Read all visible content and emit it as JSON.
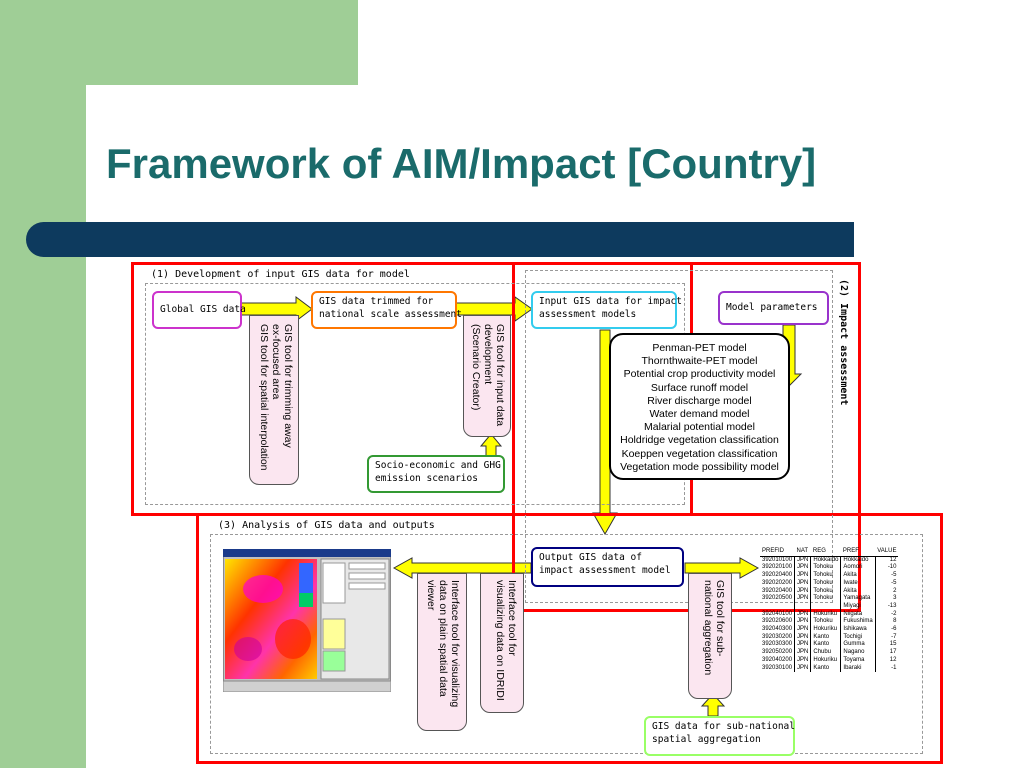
{
  "slide": {
    "title": "Framework of AIM/Impact [Country]",
    "colors": {
      "title": "#1a6b6b",
      "bar": "#0d3a5e",
      "accent_green": "#9fce96",
      "frame": "#ff0000"
    }
  },
  "sections": {
    "s1": "(1) Development of input GIS data for model",
    "s2": "(2) Impact assessment",
    "s3": "(3) Analysis of GIS data and outputs"
  },
  "boxes": {
    "global_gis": "Global GIS data",
    "trimmed_1": "GIS data trimmed for",
    "trimmed_2": "national scale assessment",
    "input_1": "Input GIS data for impact",
    "input_2": "assessment models",
    "model_params": "Model parameters",
    "socio_1": "Socio-economic and GHG",
    "socio_2": "emission scenarios",
    "output_1": "Output GIS data of",
    "output_2": "impact assessment model",
    "subnat_1": "GIS data for sub-national",
    "subnat_2": "spatial aggregation"
  },
  "tools": {
    "trimming_1": "GIS tool for trimming away",
    "trimming_2": "ex-focused area",
    "trimming_3": "GIS tool for spatial interpolation",
    "input_dev_1": "GIS tool for input data",
    "input_dev_2": "development",
    "input_dev_3": "(Scenario Creator)",
    "interface_plain_1": "Interface tool for visualizing",
    "interface_plain_2": "data on plain spatial data",
    "interface_plain_3": "viewer",
    "interface_idridi_1": "Interface tool for",
    "interface_idridi_2": "visualizing data on IDRIDI",
    "subnat_agg_1": "GIS tool for sub-",
    "subnat_agg_2": "national aggregation"
  },
  "models": [
    "Penman-PET model",
    "Thornthwaite-PET model",
    "Potential crop productivity model",
    "Surface runoff model",
    "River discharge model",
    "Water demand model",
    "Malarial potential model",
    "Holdridge vegetation classification",
    "Koeppen vegetation classification",
    "Vegetation mode possibility model"
  ],
  "table": {
    "headers": [
      "PREFID",
      "NAT",
      "REG",
      "PREF",
      "VALUE"
    ],
    "rows": [
      [
        "392010100",
        "JPN",
        "Hokkaido",
        "Hokkaido",
        "12"
      ],
      [
        "392020100",
        "JPN",
        "Tohoku",
        "Aomori",
        "-10"
      ],
      [
        "392020400",
        "JPN",
        "Tohoku",
        "Akita",
        "-5"
      ],
      [
        "392020200",
        "JPN",
        "Tohoku",
        "Iwate",
        "-5"
      ],
      [
        "392020400",
        "JPN",
        "Tohoku",
        "Akita",
        "2"
      ],
      [
        "392020500",
        "JPN",
        "Tohoku",
        "Yamagata",
        "3"
      ],
      [
        "",
        "",
        "",
        "Miyagi",
        "-13"
      ],
      [
        "392040100",
        "JPN",
        "Hokuriku",
        "Niigata",
        "-2"
      ],
      [
        "392020600",
        "JPN",
        "Tohoku",
        "Fukushima",
        "8"
      ],
      [
        "392040300",
        "JPN",
        "Hokuriku",
        "Ishikawa",
        "-6"
      ],
      [
        "392030200",
        "JPN",
        "Kanto",
        "Tochigi",
        "-7"
      ],
      [
        "392030300",
        "JPN",
        "Kanto",
        "Gumma",
        "15"
      ],
      [
        "392050200",
        "JPN",
        "Chubu",
        "Nagano",
        "17"
      ],
      [
        "392040200",
        "JPN",
        "Hokuriku",
        "Toyama",
        "12"
      ],
      [
        "392030100",
        "JPN",
        "Kanto",
        "Ibaraki",
        "-1"
      ]
    ]
  }
}
